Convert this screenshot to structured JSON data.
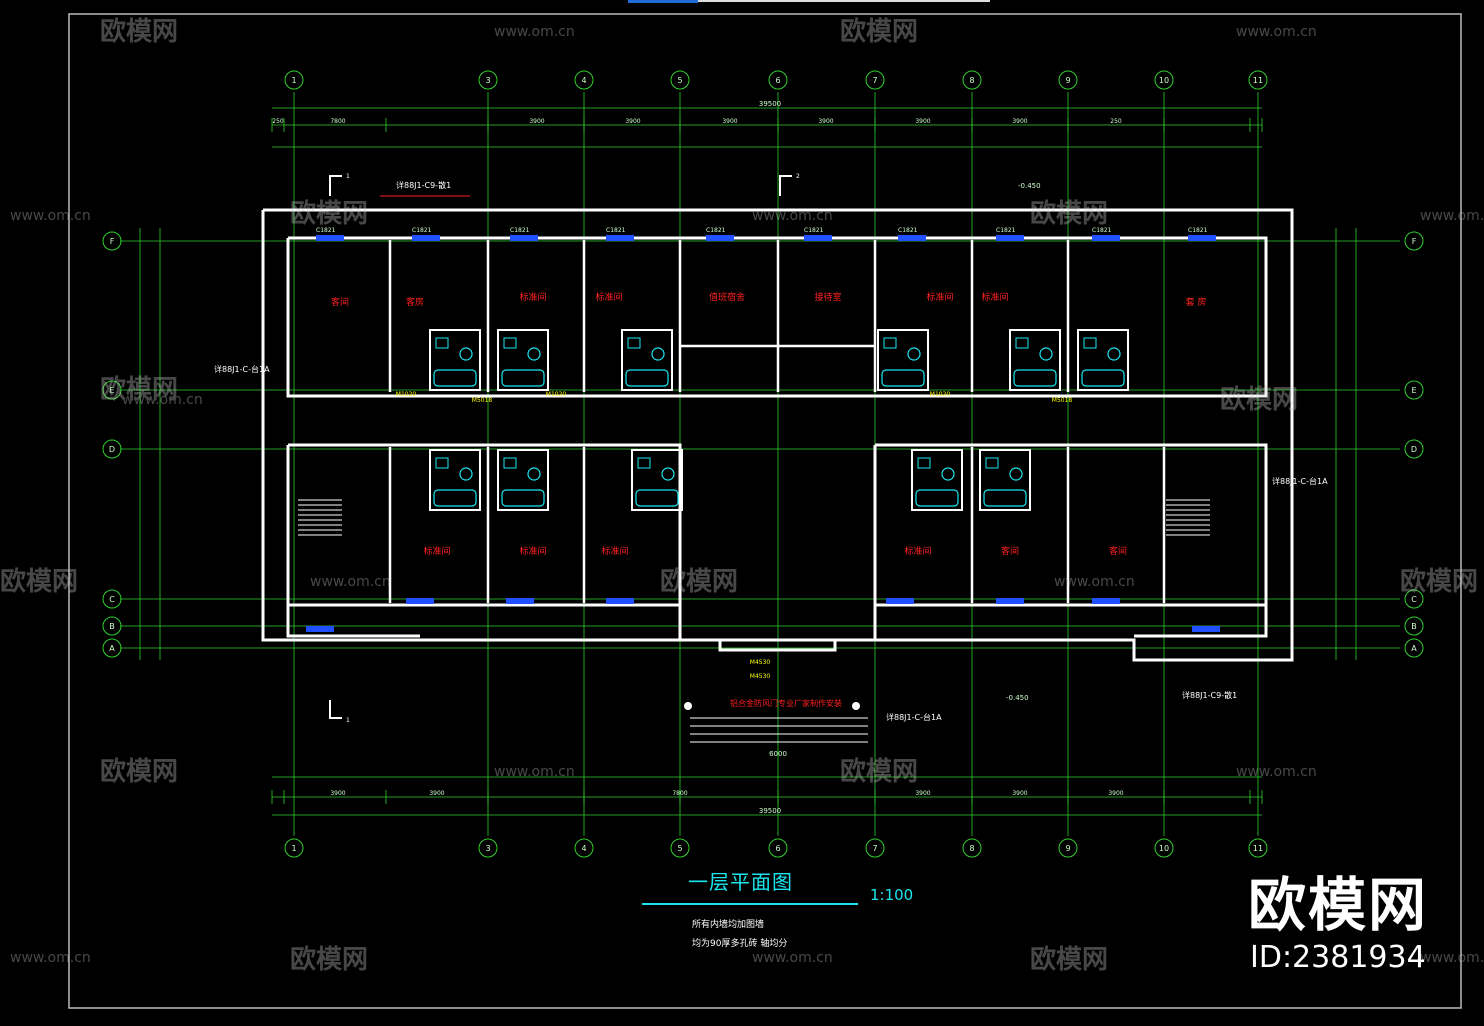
{
  "drawing": {
    "title": "一层平面图",
    "scale": "1:100",
    "notes": [
      "所有内墙均加图墙",
      "均为90厚多孔砖 轴均分"
    ],
    "axis_labels_top": [
      "1",
      "3",
      "4",
      "5",
      "6",
      "7",
      "8",
      "9",
      "10",
      "11"
    ],
    "axis_labels_side": [
      "F",
      "E",
      "D",
      "C",
      "B",
      "A"
    ],
    "total_dimension": "39500",
    "top_dimensions": [
      "250",
      "7800",
      "3900",
      "3900",
      "3900",
      "3900",
      "3900",
      "3900",
      "250"
    ],
    "bottom_dimensions": [
      "3900",
      "3900",
      "7800",
      "3900",
      "3900",
      "3900"
    ],
    "center_span": "6000",
    "level_marks": [
      "-0.450",
      "-0.450"
    ],
    "room_labels_top": [
      "客间",
      "客房",
      "标准间",
      "标准间",
      "值班宿舍",
      "接待室",
      "标准间",
      "标准间",
      "套 房"
    ],
    "room_labels_bottom": [
      "标准间",
      "标准间",
      "标准间",
      "标准间",
      "客间",
      "客间"
    ],
    "window_tags_top": [
      "C1821",
      "C1821",
      "C1821",
      "C1821",
      "C1821",
      "C1821",
      "C1821",
      "C1821",
      "C1821",
      "C1821"
    ],
    "door_tags": [
      "M1020",
      "M5018",
      "M0920",
      "M4530"
    ],
    "section_marks": [
      "1",
      "2"
    ],
    "detail_refs": [
      "详88J1-C9-散1",
      "详88J1-C-台1A"
    ],
    "entrance_note": "铝合金防风门专业厂家制作安装",
    "entrance_label": "6000"
  },
  "brand": {
    "logo": "欧模网",
    "id": "ID:2381934"
  },
  "watermark": {
    "text": "欧模网",
    "url": "www.om.cn"
  },
  "colors": {
    "background": "#000000",
    "line": "#2fd02f",
    "wall": "#ffffff",
    "label": "#ff2020",
    "window": "#2050ff",
    "title": "#19e6ef"
  }
}
